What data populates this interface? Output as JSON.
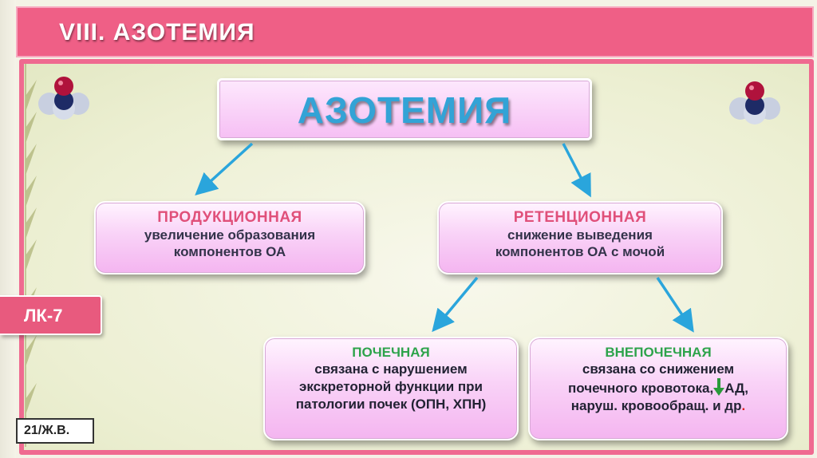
{
  "header": {
    "title": "VIII. АЗОТЕМИЯ"
  },
  "badge": {
    "label": "ЛК-7"
  },
  "ref": {
    "label": "21/Ж.В."
  },
  "main": {
    "label": "АЗОТЕМИЯ"
  },
  "productive": {
    "title": "ПРОДУКЦИОННАЯ",
    "body": "увеличение образования\nкомпонентов ОА"
  },
  "retention": {
    "title": "РЕТЕНЦИОННАЯ",
    "body": "снижение выведения\nкомпонентов ОА с мочой"
  },
  "renal": {
    "title": "ПОЧЕЧНАЯ",
    "body": "связана с нарушением\nэкскреторной функции при\nпатологии почек (ОПН, ХПН)"
  },
  "extrarenal": {
    "title": "ВНЕПОЧЕЧНАЯ",
    "line1": "связана со снижением",
    "line2a": "почечного кровотока,",
    "line2b": "АД,",
    "line3": "наруш. кровообращ. и др",
    "line3_end": "."
  },
  "colors": {
    "accent_pink": "#ef5f86",
    "arrow_blue": "#2aa5dc",
    "green": "#2da34b",
    "end_dot": "#e02020"
  }
}
